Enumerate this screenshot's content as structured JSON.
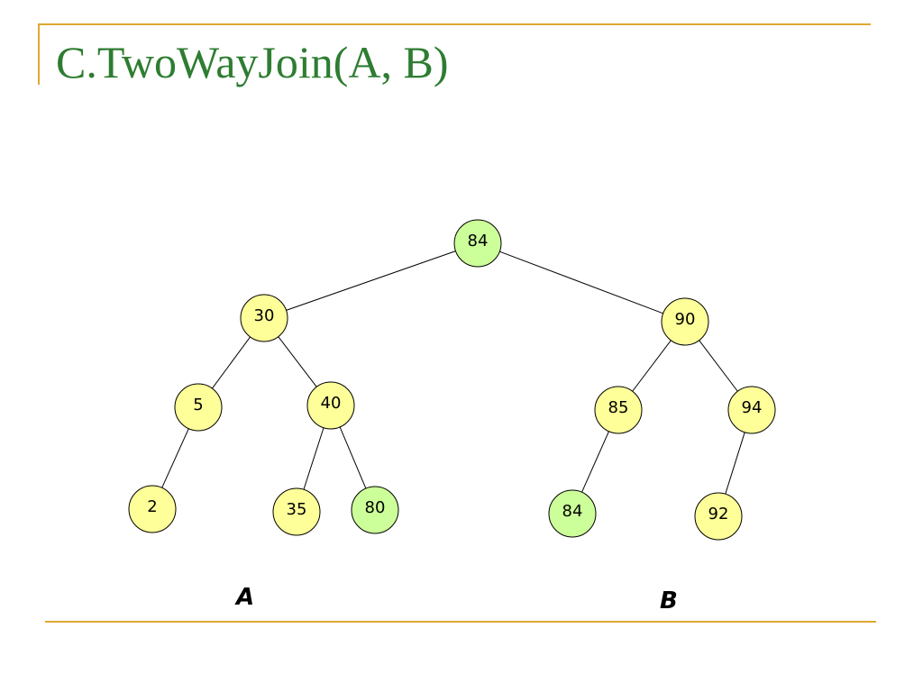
{
  "title": "C.TwoWayJoin(A, B)",
  "colors": {
    "title": "#2e7d32",
    "rule": "#e0a830",
    "yellow_node": "#ffff99",
    "green_node": "#ccff99",
    "edge": "#000000"
  },
  "tree_labels": {
    "a": "A",
    "b": "B"
  },
  "nodes": [
    {
      "id": "root",
      "value": "84",
      "color": "green"
    },
    {
      "id": "a30",
      "value": "30",
      "color": "yellow"
    },
    {
      "id": "a5",
      "value": "5",
      "color": "yellow"
    },
    {
      "id": "a40",
      "value": "40",
      "color": "yellow"
    },
    {
      "id": "a2",
      "value": "2",
      "color": "yellow"
    },
    {
      "id": "a35",
      "value": "35",
      "color": "yellow"
    },
    {
      "id": "a80",
      "value": "80",
      "color": "green"
    },
    {
      "id": "b90",
      "value": "90",
      "color": "yellow"
    },
    {
      "id": "b85",
      "value": "85",
      "color": "yellow"
    },
    {
      "id": "b94",
      "value": "94",
      "color": "yellow"
    },
    {
      "id": "b84",
      "value": "84",
      "color": "green"
    },
    {
      "id": "b92",
      "value": "92",
      "color": "yellow"
    }
  ],
  "edges": [
    [
      "root",
      "a30"
    ],
    [
      "root",
      "b90"
    ],
    [
      "a30",
      "a5"
    ],
    [
      "a30",
      "a40"
    ],
    [
      "a5",
      "a2"
    ],
    [
      "a40",
      "a35"
    ],
    [
      "a40",
      "a80"
    ],
    [
      "b90",
      "b85"
    ],
    [
      "b90",
      "b94"
    ],
    [
      "b85",
      "b84"
    ],
    [
      "b94",
      "b92"
    ]
  ]
}
